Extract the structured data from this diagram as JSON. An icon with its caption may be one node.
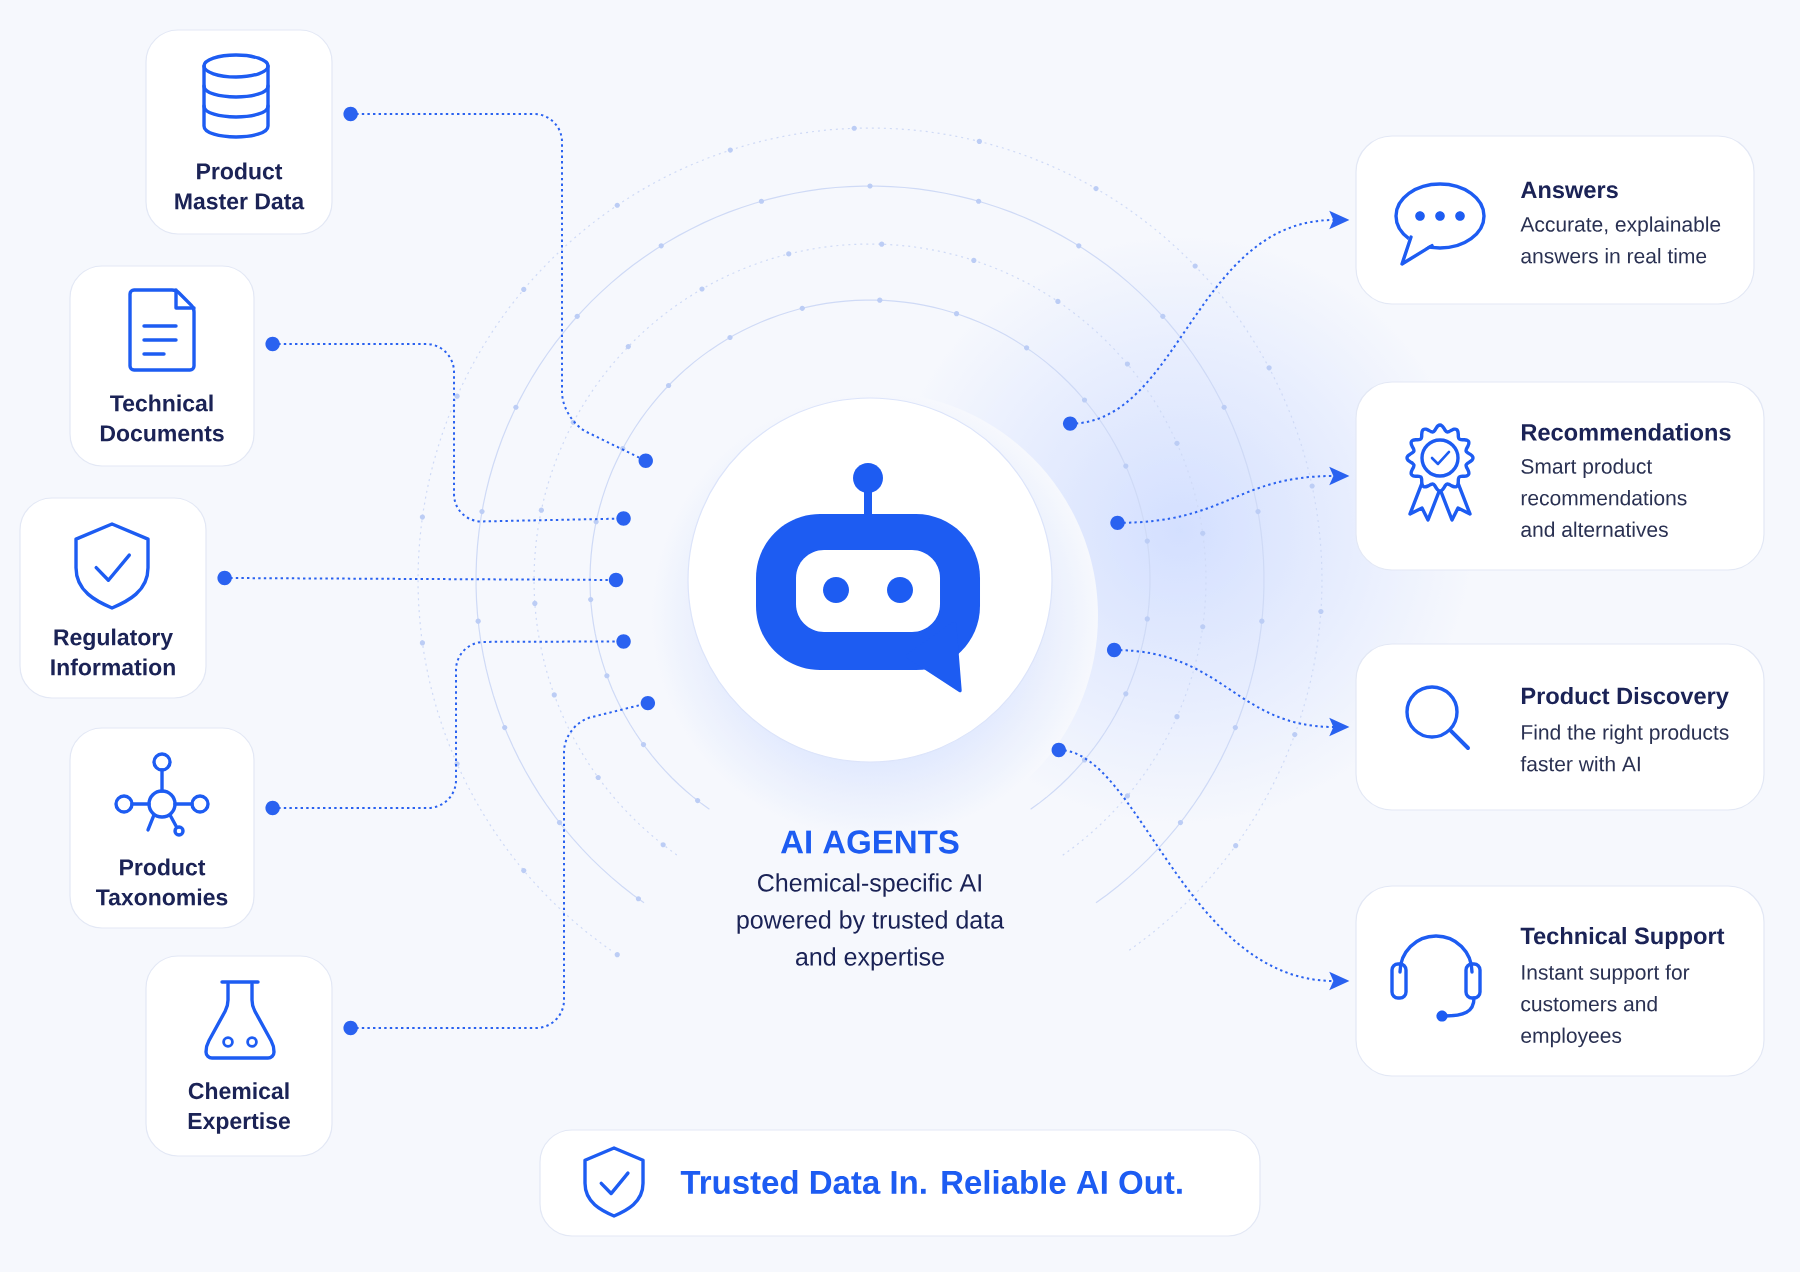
{
  "diagram": {
    "nodes": [
      {
        "text": [
          "Product Master Data"
        ]
      },
      {
        "text": [
          "Technical Documents"
        ]
      },
      {
        "text": [
          "Regulatory Information"
        ]
      },
      {
        "text": [
          "Product Taxonomies"
        ]
      },
      {
        "text": [
          "Chemical Expertise"
        ]
      },
      {
        "text": [
          "AI AGENTS",
          "Chemical-specific AI powered by trusted data and expertise"
        ]
      },
      {
        "text": [
          "Answers",
          "Accurate, explainable answers in real time"
        ]
      },
      {
        "text": [
          "Recommendations",
          "Smart product recommendations and alternatives"
        ]
      },
      {
        "text": [
          "Product Discovery",
          "Find the right products faster with AI"
        ]
      },
      {
        "text": [
          "Technical Support",
          "Instant support for customers and employees"
        ]
      },
      {
        "text": [
          "Trusted Data In. Reliable AI Out."
        ]
      }
    ],
    "edges": [
      {
        "from": 0,
        "to": 5,
        "arrow": "other"
      },
      {
        "from": 1,
        "to": 5,
        "arrow": "other"
      },
      {
        "from": 2,
        "to": 5,
        "arrow": "other"
      },
      {
        "from": 3,
        "to": 5,
        "arrow": "other"
      },
      {
        "from": 4,
        "to": 5,
        "arrow": "other"
      },
      {
        "from": 5,
        "to": 6,
        "arrow": "to"
      },
      {
        "from": 5,
        "to": 7,
        "arrow": "to"
      },
      {
        "from": 5,
        "to": 8,
        "arrow": "to"
      },
      {
        "from": 5,
        "to": 9,
        "arrow": "to"
      }
    ]
  }
}
